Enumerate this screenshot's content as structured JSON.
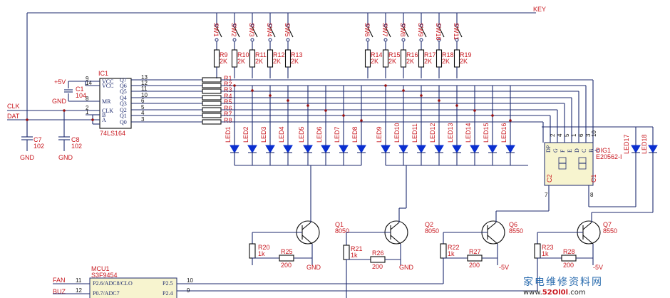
{
  "nets": {
    "key": "KEY",
    "clk": "CLK",
    "dat": "DAT",
    "gnd": "GND",
    "vcc": "+5V",
    "fan": "FAN",
    "buz": "BUZ",
    "neg5v": "-5V"
  },
  "switches": [
    "SW1",
    "SW2",
    "SW3",
    "SW4",
    "SW5",
    "SW6",
    "SW7",
    "SW8",
    "SW9",
    "SW10",
    "SW11"
  ],
  "pullups": [
    {
      "ref": "R9",
      "val": "2K"
    },
    {
      "ref": "R10",
      "val": "2K"
    },
    {
      "ref": "R11",
      "val": "2K"
    },
    {
      "ref": "R12",
      "val": "2K"
    },
    {
      "ref": "R13",
      "val": "2K"
    },
    {
      "ref": "R14",
      "val": "2K"
    },
    {
      "ref": "R15",
      "val": "2K"
    },
    {
      "ref": "R16",
      "val": "2K"
    },
    {
      "ref": "R17",
      "val": "2K"
    },
    {
      "ref": "R18",
      "val": "2K"
    },
    {
      "ref": "R19",
      "val": "2K"
    }
  ],
  "series_resistors": [
    "R1",
    "R2",
    "R3",
    "R4",
    "R5",
    "R6",
    "R7",
    "R8"
  ],
  "leds": [
    "LED1",
    "LED2",
    "LED3",
    "LED4",
    "LED5",
    "LED6",
    "LED7",
    "LED8",
    "LED9",
    "LED10",
    "LED11",
    "LED12",
    "LED13",
    "LED14",
    "LED15",
    "LED16"
  ],
  "ic1": {
    "ref": "IC1",
    "part": "74LS164",
    "pins_left": [
      {
        "num": "9",
        "name": "VCC"
      },
      {
        "num": "14",
        "name": "VCC"
      },
      {
        "num": "8",
        "name": "MR"
      },
      {
        "num": "2",
        "name": "CLK"
      },
      {
        "num": "1",
        "name": "B"
      },
      {
        "num": "",
        "name": "A"
      }
    ],
    "pins_right": [
      {
        "num": "13",
        "name": "Q7"
      },
      {
        "num": "12",
        "name": "Q6"
      },
      {
        "num": "11",
        "name": "Q5"
      },
      {
        "num": "10",
        "name": "Q4"
      },
      {
        "num": "6",
        "name": "Q3"
      },
      {
        "num": "5",
        "name": "Q2"
      },
      {
        "num": "4",
        "name": "Q1"
      },
      {
        "num": "3",
        "name": "Q0"
      }
    ]
  },
  "caps": {
    "c1": {
      "ref": "C1",
      "val": "104"
    },
    "c7": {
      "ref": "C7",
      "val": "102"
    },
    "c8": {
      "ref": "C8",
      "val": "102"
    }
  },
  "display": {
    "ref": "DIG1",
    "part": "E20562-I",
    "segs": [
      "DP",
      "G",
      "F",
      "E",
      "D",
      "C",
      "B",
      "A"
    ],
    "pins_top": [
      "2",
      "4",
      "5",
      "1",
      "6",
      "3",
      "10"
    ],
    "c2": "C2",
    "c1": "C1",
    "pin_c2": "7",
    "pin_c1": "8"
  },
  "side_leds": [
    "LED17",
    "LED18"
  ],
  "transistors": [
    {
      "ref": "",
      "part": "",
      "base_r": {
        "ref": "R20",
        "val": "1k"
      },
      "pulldown": {
        "ref": "R25",
        "val": "200"
      },
      "emitter": "GND"
    },
    {
      "ref": "Q1",
      "part": "8050",
      "base_r": {
        "ref": "R21",
        "val": "1k"
      },
      "pulldown": {
        "ref": "R26",
        "val": "200"
      },
      "emitter": ""
    },
    {
      "ref": "Q2",
      "part": "8050",
      "base_r": {
        "ref": "",
        "val": ""
      },
      "pulldown": {
        "ref": "",
        "val": ""
      },
      "emitter": "GND"
    },
    {
      "ref": "Q6",
      "part": "8550",
      "base_r": {
        "ref": "R22",
        "val": "1k"
      },
      "pulldown": {
        "ref": "R27",
        "val": "200"
      },
      "emitter": "-5V"
    },
    {
      "ref": "Q7",
      "part": "8550",
      "base_r": {
        "ref": "R23",
        "val": "1k"
      },
      "pulldown": {
        "ref": "R28",
        "val": "200"
      },
      "emitter": "-5V"
    }
  ],
  "mcu": {
    "ref": "MCU1",
    "part": "S3F9454",
    "pins": [
      {
        "num": "11",
        "name": "P2.6/ADC8/CLO",
        "right": "P2.5",
        "rnum": "10"
      },
      {
        "num": "12",
        "name": "P0.7/ADC7",
        "right": "P2.4",
        "rnum": "9"
      }
    ]
  },
  "watermark": {
    "line1": "家电维修资料网",
    "line2_prefix": "www.",
    "line2_brand": "52Ol0l",
    "line2_suffix": ".com"
  }
}
